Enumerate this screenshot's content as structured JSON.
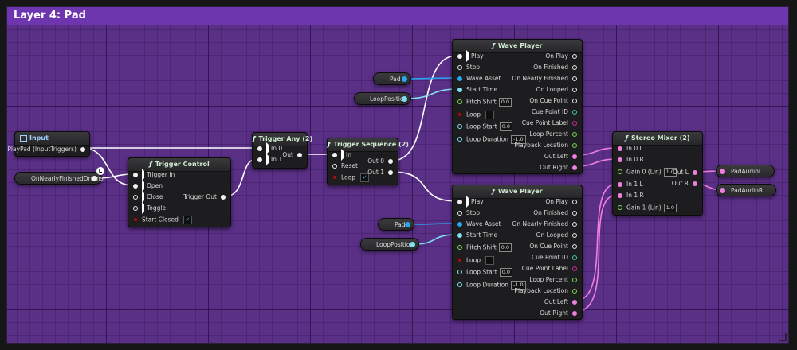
{
  "comment": {
    "title": "Layer 4: Pad"
  },
  "input_node": {
    "title": "Input",
    "pin": "PlayPad (InputTriggers)"
  },
  "get_drums": {
    "label": "OnNearlyFinishedDrums"
  },
  "trigger_control": {
    "title": "Trigger Control",
    "inputs": [
      "Trigger In",
      "Open",
      "Close",
      "Toggle",
      "Start Closed"
    ],
    "output": "Trigger Out"
  },
  "trigger_any": {
    "title": "Trigger Any (2)",
    "inputs": [
      "In 0",
      "In 1"
    ],
    "output": "Out"
  },
  "trigger_sequence": {
    "title": "Trigger Sequence (2)",
    "inputs": [
      "In",
      "Reset",
      "Loop"
    ],
    "outputs": [
      "Out 0",
      "Out 1"
    ]
  },
  "wave_player_1": {
    "title": "Wave Player",
    "inputs": [
      "Play",
      "Stop",
      "Wave Asset",
      "Start Time",
      "Pitch Shift",
      "Loop",
      "Loop Start",
      "Loop Duration"
    ],
    "input_values": {
      "pitch_shift": "0.0",
      "loop_start": "0.0",
      "loop_duration": "-1.0"
    },
    "outputs": [
      "On Play",
      "On Finished",
      "On Nearly Finished",
      "On Looped",
      "On Cue Point",
      "Cue Point ID",
      "Cue Point Label",
      "Loop Percent",
      "Playback Location",
      "Out Left",
      "Out Right"
    ]
  },
  "wave_player_2": {
    "title": "Wave Player",
    "inputs": [
      "Play",
      "Stop",
      "Wave Asset",
      "Start Time",
      "Pitch Shift",
      "Loop",
      "Loop Start",
      "Loop Duration"
    ],
    "input_values": {
      "pitch_shift": "0.0",
      "loop_start": "0.0",
      "loop_duration": "-1.0"
    },
    "outputs": [
      "On Play",
      "On Finished",
      "On Nearly Finished",
      "On Looped",
      "On Cue Point",
      "Cue Point ID",
      "Cue Point Label",
      "Loop Percent",
      "Playback Location",
      "Out Left",
      "Out Right"
    ]
  },
  "stereo_mixer": {
    "title": "Stereo Mixer (2)",
    "inputs": [
      "In 0 L",
      "In 0 R",
      "Gain 0 (Lin)",
      "In 1 L",
      "In 1 R",
      "Gain 1 (Lin)"
    ],
    "input_values": {
      "gain_0": "1.0",
      "gain_1": "1.0"
    },
    "outputs": [
      "Out L",
      "Out R"
    ]
  },
  "variables": {
    "pad_1": "Pad",
    "loop_position_1": "LoopPosition",
    "pad_2": "Pad",
    "loop_position_2": "LoopPosition"
  },
  "outputs": {
    "left": "PadAudioL",
    "right": "PadAudioR"
  },
  "icons": {
    "function": "ƒ",
    "clock": "L",
    "check": "✓"
  },
  "colors": {
    "comment_header": "#6e36ae",
    "comment_body": "#5a2f86",
    "exec_wire": "#ffffff",
    "audio_wire": "#f07ee0",
    "wave_asset_wire": "#2aa5f0",
    "time_wire": "#7ee0f0"
  }
}
